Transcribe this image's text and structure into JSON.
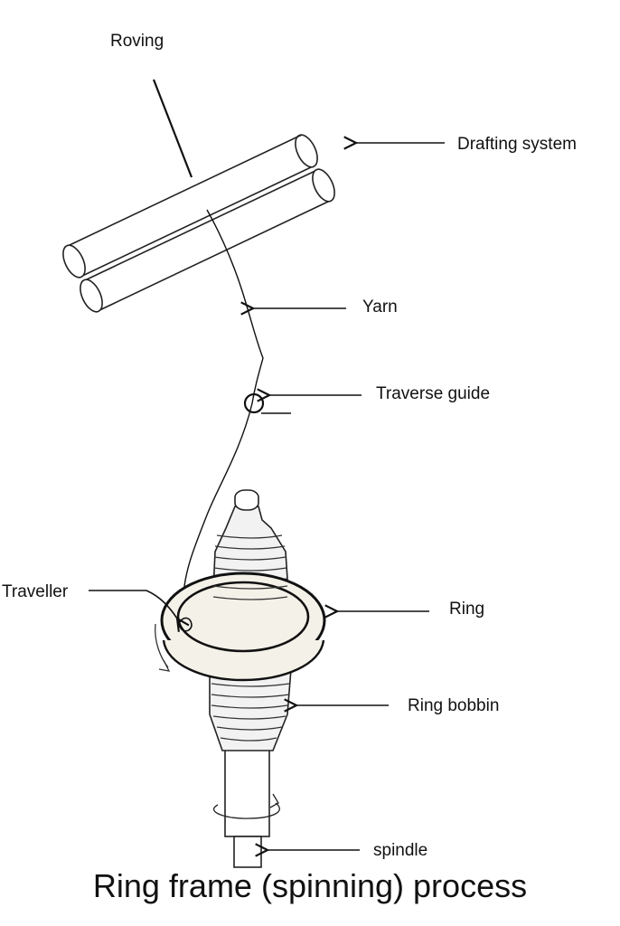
{
  "title": "Ring frame (spinning) process",
  "labels": {
    "roving": "Roving",
    "drafting_system": "Drafting system",
    "yarn": "Yarn",
    "traverse_guide": "Traverse guide",
    "traveller": "Traveller",
    "ring": "Ring",
    "ring_bobbin": "Ring bobbin",
    "spindle": "spindle"
  },
  "colors": {
    "line": "#111111",
    "ring_fill": "#f4f2e8",
    "bobbin_fill": "#f2f2f2",
    "background": "#ffffff"
  }
}
